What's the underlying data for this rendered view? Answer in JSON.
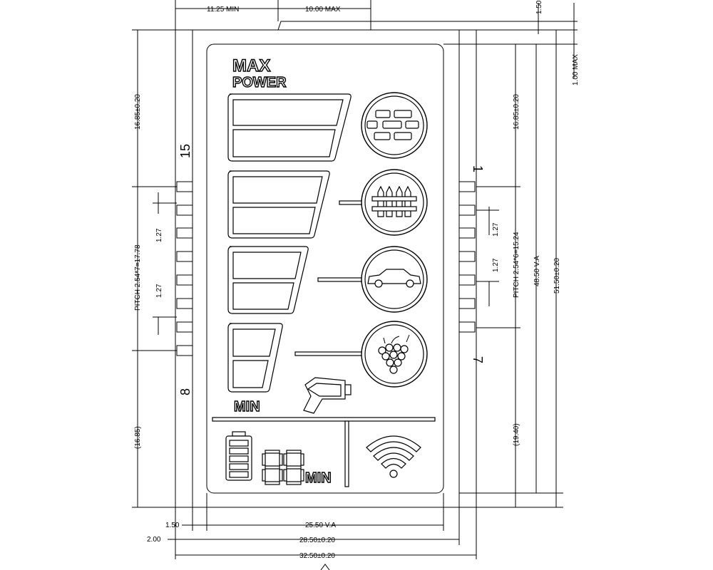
{
  "dimensions": {
    "top_left": "11.25 MIN",
    "top_mid": "10.00 MAX",
    "top_right": "1.50",
    "right_top": "1.00 MAX",
    "left_upper": "16.85±0.20",
    "left_pitch": "PITCH 2.54*7=17.78",
    "left_127_a": "1.27",
    "left_127_b": "1.27",
    "left_lower": "(16.85)",
    "right_upper": "16.85±0.20",
    "right_pitch": "PITCH 2.54*6=15.24",
    "right_127_a": "1.27",
    "right_127_b": "1.27",
    "right_lower": "(19.40)",
    "right_va": "48.50 V.A",
    "right_total": "51.50±0.20",
    "bottom_150": "1.50",
    "bottom_200": "2.00",
    "bottom_va": "25.50 V.A",
    "bottom_mid": "28.50±0.20",
    "bottom_total": "32.50±0.20"
  },
  "pins": {
    "left_top": "15",
    "left_bottom": "8",
    "right_top": "1",
    "right_bottom": "7"
  },
  "labels": {
    "max": "MAX",
    "power": "POWER",
    "min": "MIN",
    "min_small": "MIN",
    "digits": "88"
  },
  "icons": [
    "brick-wall-icon",
    "fence-icon",
    "car-icon",
    "grapes-icon",
    "hair-dryer-icon",
    "battery-icon",
    "wifi-icon"
  ]
}
